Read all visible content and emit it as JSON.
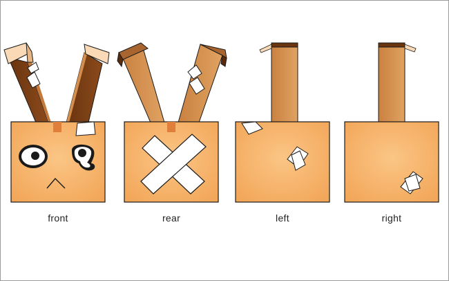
{
  "views": [
    {
      "id": "front",
      "label": "front"
    },
    {
      "id": "rear",
      "label": "rear"
    },
    {
      "id": "left",
      "label": "left"
    },
    {
      "id": "right",
      "label": "right"
    }
  ],
  "colors": {
    "body": "#f7b26a",
    "ear_dark": "#7a3d13",
    "ear_light": "#d48f4e",
    "ear_cap": "#f9d9b6",
    "tape": "#ffffff",
    "outline": "#1a1a1a"
  }
}
